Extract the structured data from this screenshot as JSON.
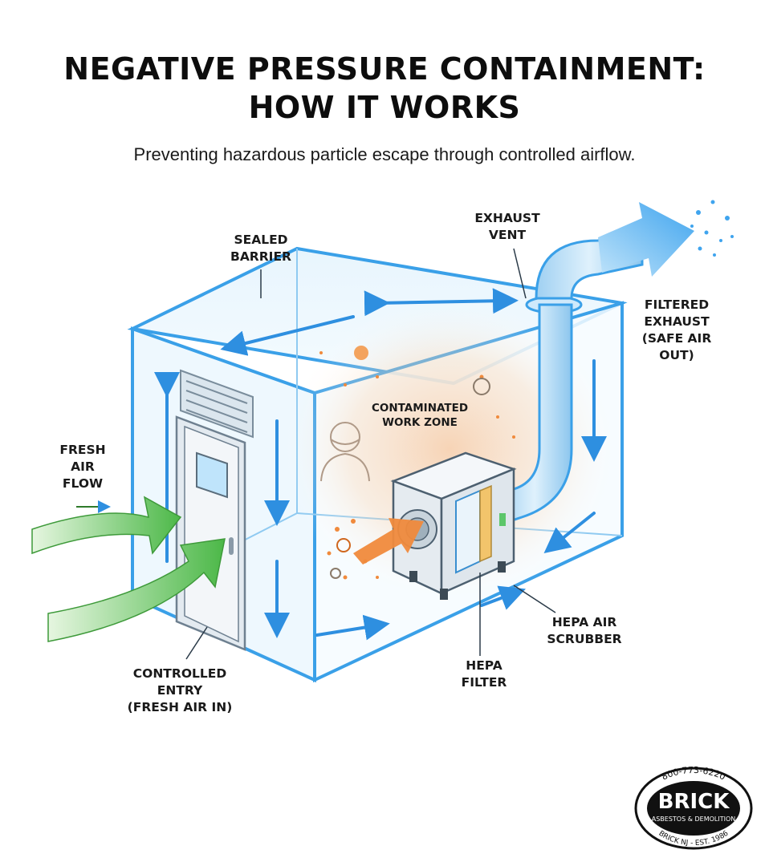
{
  "title": {
    "line1": "NEGATIVE PRESSURE CONTAINMENT:",
    "line2": "HOW IT WORKS"
  },
  "subtitle": "Preventing hazardous particle escape through controlled airflow.",
  "labels": {
    "sealed_barrier": [
      "SEALED",
      "BARRIER"
    ],
    "exhaust_vent": [
      "EXHAUST",
      "VENT"
    ],
    "filtered_exhaust": [
      "FILTERED",
      "EXHAUST",
      "(SAFE AIR",
      "OUT)"
    ],
    "fresh_air_flow": [
      "FRESH",
      "AIR",
      "FLOW"
    ],
    "contaminated_zone": [
      "CONTAMINATED",
      "WORK ZONE"
    ],
    "controlled_entry": [
      "CONTROLLED",
      "ENTRY",
      "(FRESH AIR IN)"
    ],
    "hepa_filter": [
      "HEPA",
      "FILTER"
    ],
    "hepa_scrubber": [
      "HEPA AIR",
      "SCRUBBER"
    ]
  },
  "logo": {
    "phone": "800-773-6220",
    "brand": "BRICK",
    "tagline": "ASBESTOS & DEMOLITION",
    "footer": "BRICK NJ - EST. 1986"
  },
  "colors": {
    "barrier": "#3aa0e8",
    "airflow": "#2e8fe0",
    "fresh_air": "#4cb848",
    "contamination": "#f08a3c"
  }
}
